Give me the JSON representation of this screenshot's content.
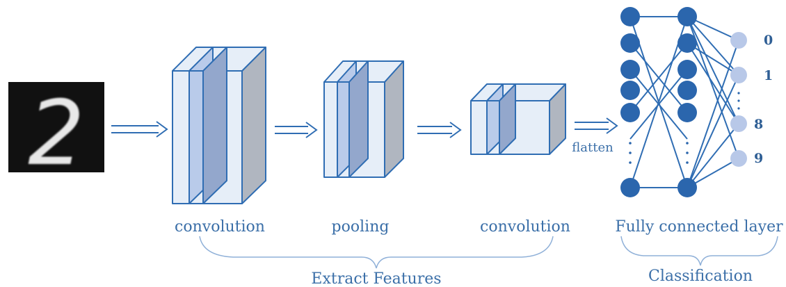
{
  "input": {
    "digit": "2"
  },
  "labels": {
    "conv1": "convolution",
    "pool": "pooling",
    "conv2": "convolution",
    "flatten": "flatten",
    "fc": "Fully connected layer",
    "extract": "Extract Features",
    "classification": "Classification"
  },
  "outputs": [
    "0",
    "1",
    "8",
    "9"
  ],
  "colors": {
    "stroke": "#2f6db3",
    "node_dark": "#2b66ad",
    "node_light": "#b8c8e8",
    "face_light": "#e6eef8",
    "face_mid": "#b9cbea",
    "face_dark": "#93a7cc",
    "side_gray": "#b0b6c0",
    "brace": "#8fb0d8",
    "text": "#3b6fa8"
  }
}
